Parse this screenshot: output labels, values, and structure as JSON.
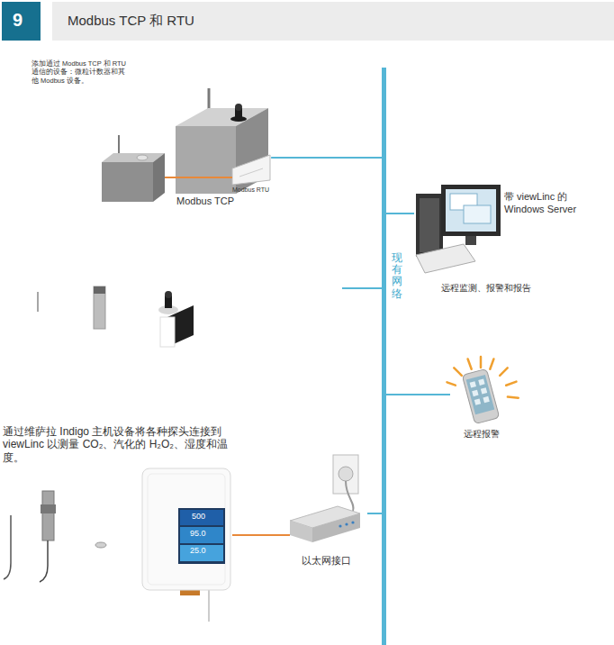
{
  "diagram": {
    "title": "Modbus TCP 和 RTU",
    "nodes": [
      {
        "text": [
          "现有网络"
        ]
      },
      {
        "text": [
          "Modbus TCP",
          "Modbus RTU"
        ]
      },
      {
        "text": [
          "带 viewLinc 的 Windows Server",
          "远程监测、报警和报告"
        ]
      },
      {
        "text": [
          "远程报警"
        ]
      },
      {
        "text": [
          "500",
          "95.0",
          "25.0"
        ]
      },
      {
        "text": [
          "以太网接口"
        ]
      }
    ],
    "edges": [
      {
        "from": 1,
        "to": 0,
        "arrow": "none"
      },
      {
        "from": 0,
        "to": 2,
        "arrow": "none"
      },
      {
        "from": 0,
        "to": 3,
        "arrow": "none"
      },
      {
        "from": 4,
        "to": 5,
        "arrow": "none"
      },
      {
        "from": 5,
        "to": 0,
        "arrow": "none"
      }
    ],
    "labels": [
      "9",
      "添加通过 Modbus TCP 和 RTU 通信的设备：微粒计数器和其他 Modbus 设备。",
      "通过维萨拉 Indigo 主机设备将各种探头连接到 viewLinc 以测量 CO₂、汽化的 H₂O₂、湿度和温度。"
    ]
  }
}
